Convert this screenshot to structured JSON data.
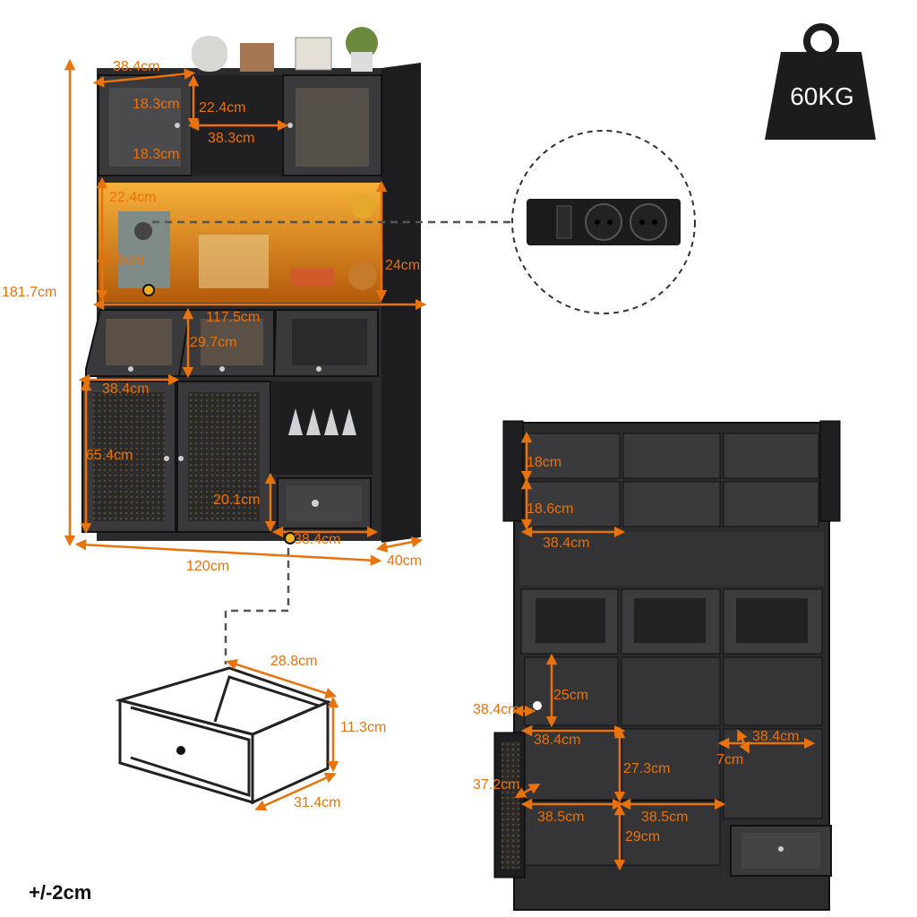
{
  "weight_badge": {
    "label": "60KG"
  },
  "tolerance": "+/-2cm",
  "front_view": {
    "height_total": "181.7cm",
    "width_total": "120cm",
    "depth_total": "40cm",
    "labels": {
      "top_width": "38.4cm",
      "upper_door_h1": "18.3cm",
      "upper_shelf_h": "22.4cm",
      "upper_mid_w": "38.3cm",
      "upper_door_h2": "18.3cm",
      "light_shelf_h": "22.4cm",
      "appliance_h": "44.9cm",
      "counter_depth": "24cm",
      "counter_width": "117.5cm",
      "flip_door_h": "29.7cm",
      "lower_door_w": "38.4cm",
      "lower_door_h": "65.4cm",
      "drawer_gap_h": "20.1cm",
      "drawer_w": "38.4cm"
    }
  },
  "drawer_view": {
    "depth": "28.8cm",
    "height": "11.3cm",
    "width": "31.4cm"
  },
  "back_view": {
    "labels": {
      "top_shelf_h": "18cm",
      "second_shelf_h": "18.6cm",
      "top_w": "38.4cm",
      "mid_shelf_h": "25cm",
      "mid_side_w": "38.4cm",
      "mid_w": "38.4cm",
      "right_w": "38.4cm",
      "wine_gap": "7cm",
      "lower_h": "27.3cm",
      "door_w": "37.2cm",
      "bottom_left_w": "38.5cm",
      "bottom_right_w": "38.5cm",
      "bottom_h": "29cm"
    }
  }
}
